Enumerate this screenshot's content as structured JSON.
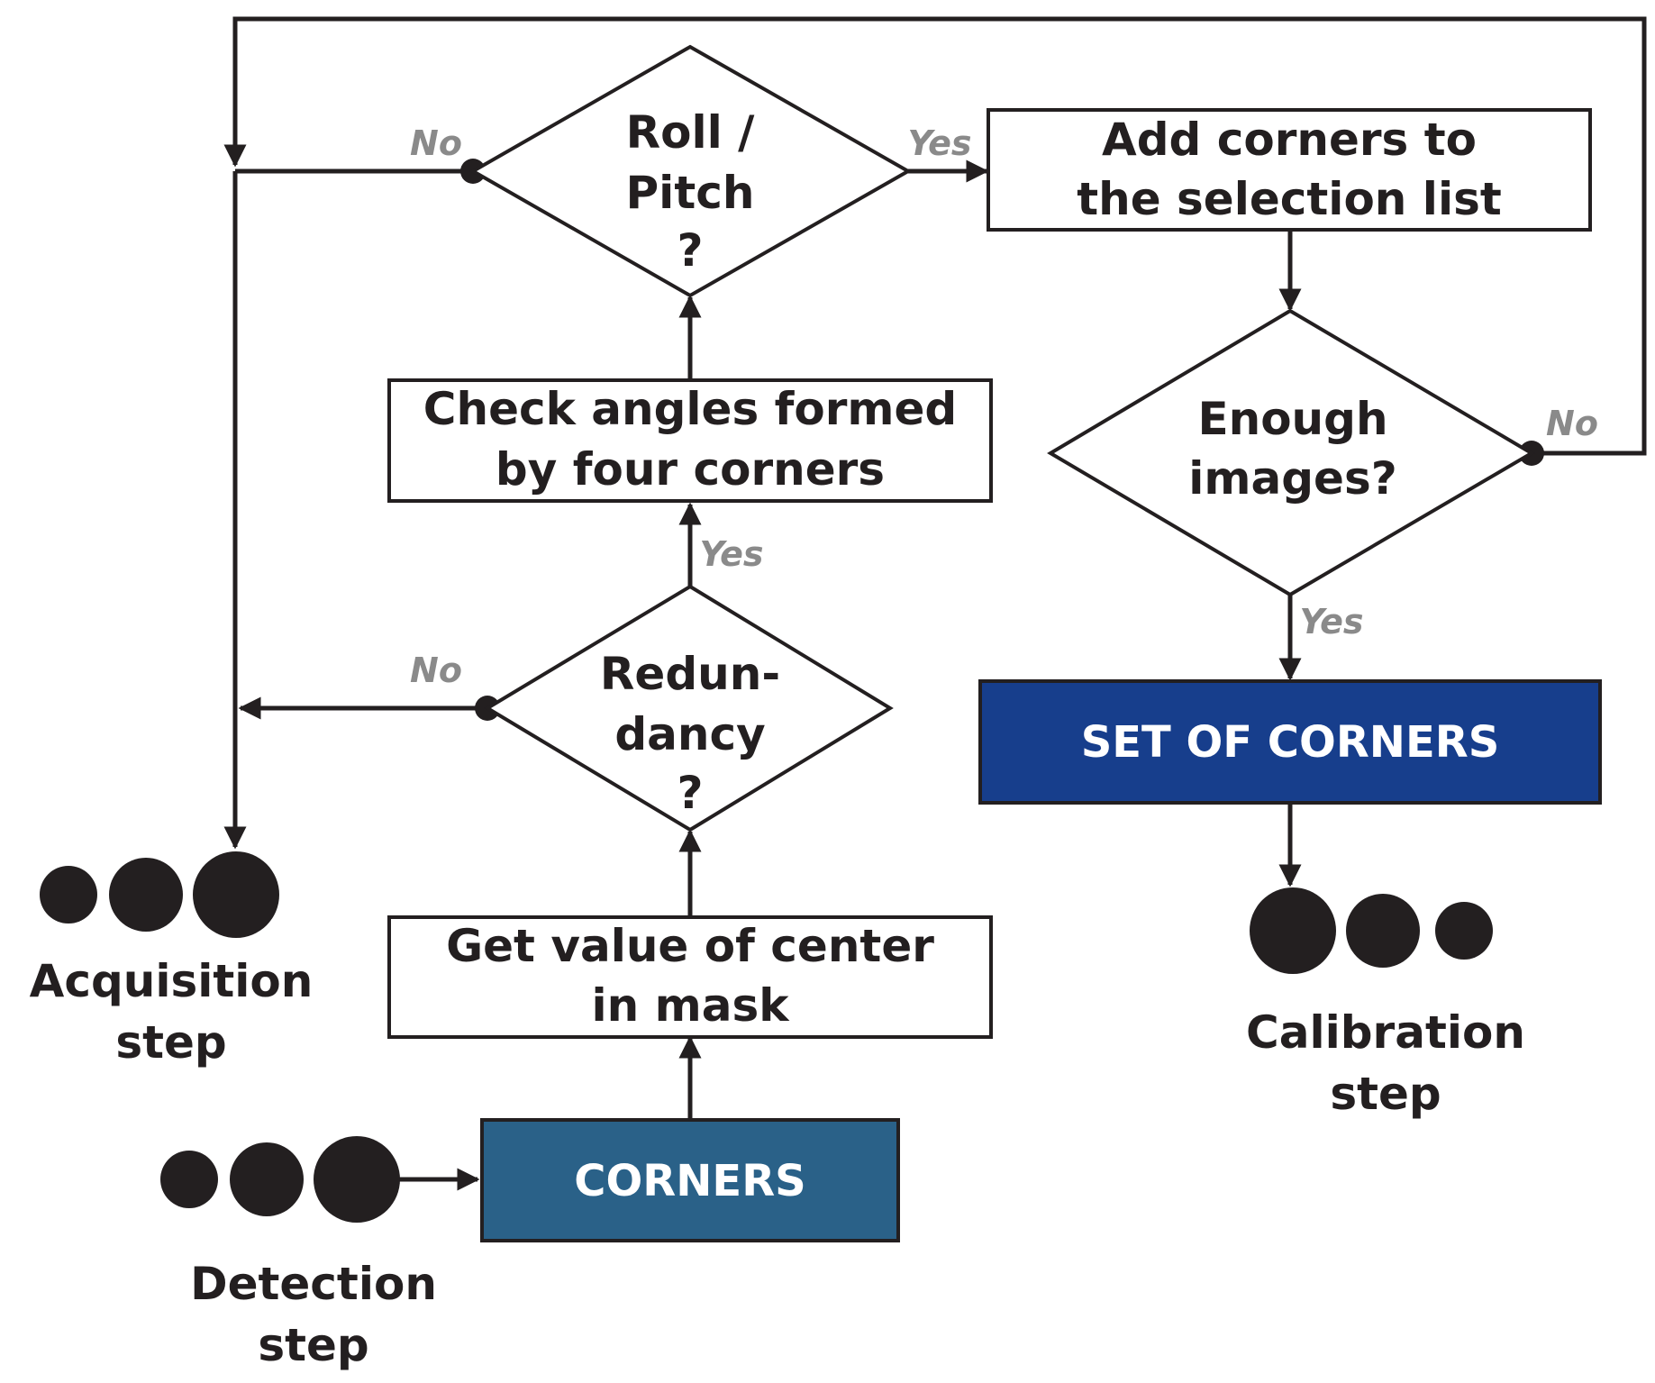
{
  "colors": {
    "ink": "#231f20",
    "corners_fill": "#2a6188",
    "set_of_corners_fill": "#173e8c",
    "branch_label": "#8a8a8a"
  },
  "nodes": {
    "corners": "CORNERS",
    "get_value": [
      "Get value of center",
      "in mask"
    ],
    "redundancy": [
      "Redun-",
      "dancy",
      "?"
    ],
    "check_angles": [
      "Check angles formed",
      "by four corners"
    ],
    "roll_pitch": [
      "Roll /",
      "Pitch",
      "?"
    ],
    "add_corners": [
      "Add corners to",
      "the selection list"
    ],
    "enough_images": [
      "Enough",
      "images?"
    ],
    "set_of_corners": "SET OF CORNERS"
  },
  "steps": {
    "acquisition": [
      "Acquisition",
      "step"
    ],
    "detection": [
      "Detection",
      "step"
    ],
    "calibration": [
      "Calibration",
      "step"
    ]
  },
  "branches": {
    "roll_no": "No",
    "roll_yes": "Yes",
    "redundancy_no": "No",
    "redundancy_yes": "Yes",
    "enough_no": "No",
    "enough_yes": "Yes"
  }
}
